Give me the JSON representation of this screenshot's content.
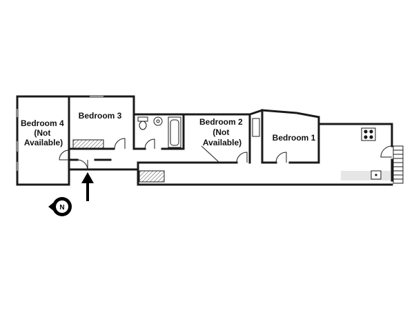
{
  "rooms": {
    "bedroom4": [
      "Bedroom 4",
      "(Not",
      "Available)"
    ],
    "bedroom3": [
      "Bedroom 3"
    ],
    "bedroom2": [
      "Bedroom 2",
      "(Not",
      "Available)"
    ],
    "bedroom1": [
      "Bedroom 1"
    ]
  },
  "compass": {
    "letter": "N"
  },
  "icons": [
    "entrance-arrow-icon",
    "compass-icon",
    "toilet-icon",
    "sink-icon",
    "bathtub-icon",
    "stove-icon",
    "kitchen-sink-icon",
    "stairs-icon"
  ]
}
